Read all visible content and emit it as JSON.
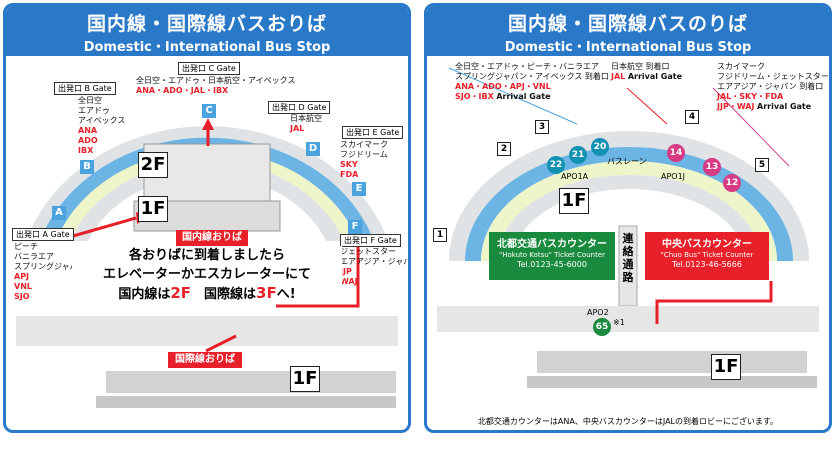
{
  "left": {
    "title_jp": "国内線・国際線バスおりば",
    "title_en": "Domestic・International Bus Stop",
    "gates": {
      "a": {
        "label": "出発口 A Gate",
        "letter": "A"
      },
      "b": {
        "label": "出発口 B Gate",
        "letter": "B"
      },
      "c": {
        "label": "出発口 C Gate",
        "letter": "C"
      },
      "d": {
        "label": "出発口 D Gate",
        "letter": "D"
      },
      "e": {
        "label": "出発口 E Gate",
        "letter": "E"
      },
      "f": {
        "label": "出発口 F Gate",
        "letter": "F"
      }
    },
    "airlines": {
      "a": {
        "black": [
          "ピーチ",
          "バニラエア",
          "スプリングジャパン"
        ],
        "red": [
          "APJ",
          "VNL",
          "SJO"
        ]
      },
      "b": {
        "black": [
          "全日空",
          "エアドゥ",
          "アイベックス"
        ],
        "red": [
          "ANA",
          "ADO",
          "IBX"
        ]
      },
      "c": {
        "black": [
          "全日空・エアドゥ・日本航空・アイベックス"
        ],
        "red": [
          "ANA・ADO・JAL・IBX"
        ]
      },
      "d": {
        "black": [
          "日本航空"
        ],
        "red": [
          "JAL"
        ]
      },
      "e": {
        "black": [
          "スカイマーク",
          "フジドリーム"
        ],
        "red": [
          "SKY",
          "FDA"
        ]
      },
      "f": {
        "black": [
          "ジェットスター",
          "エアアジア・ジャパン"
        ],
        "red": [
          "JJP",
          "WAJ"
        ]
      }
    },
    "floor_2f": "2F",
    "floor_1f_top": "1F",
    "floor_1f_bottom": "1F",
    "domestic_stop": "国内線おりば",
    "international_stop": "国際線おりば",
    "msg_line1": "各おりばに到着しましたら",
    "msg_line2": "エレベーターかエスカレーターにて",
    "msg_line3_a": "国内線は",
    "msg_line3_b": "2F",
    "msg_line3_c": "　国際線は",
    "msg_line3_d": "3F",
    "msg_line3_e": "へ!"
  },
  "right": {
    "title_jp": "国内線・国際線バスのりば",
    "title_en": "Domestic・International Bus Stop",
    "group_left": {
      "black": [
        "全日空・エアドゥ・ピーチ・バニラエア",
        "スプリングジャパン・アイベックス 到着口"
      ],
      "red": [
        "ANA・ADO・APJ・VNL",
        "SJO・IBX"
      ],
      "arrival": "Arrival Gate"
    },
    "group_mid": {
      "black": "日本航空 到着口",
      "red": "JAL",
      "arrival": "Arrival Gate"
    },
    "group_right": {
      "black": [
        "スカイマーク",
        "フジドリーム・ジェットスター",
        "エアアジア・ジャパン 到着口"
      ],
      "red": [
        "JAL・SKY・FDA",
        "JJP・WAJ"
      ],
      "arrival": "Arrival Gate"
    },
    "exits": [
      "1",
      "2",
      "3",
      "4",
      "5"
    ],
    "stops": [
      "22",
      "21",
      "20",
      "14",
      "13",
      "12",
      "65"
    ],
    "bus_lane": "バスレーン",
    "apo1a": "APO1A",
    "apo1j": "APO1J",
    "apo2": "APO2",
    "note_mark": "※1",
    "floor_1f_top": "1F",
    "floor_1f_bottom": "1F",
    "connector": "連絡通路",
    "hokuto": {
      "title": "北都交通バスカウンター",
      "en": "\"Hokuto Kotsu\" Ticket Counter",
      "tel": "Tel.0123-45-6000"
    },
    "chuo": {
      "title": "中央バスカウンター",
      "en": "\"Chuo Bus\" Ticket Counter",
      "tel": "Tel.0123-46-5666"
    },
    "footer": "北都交通カウンターはANA、中央バスカウンターはJALの到着ロビーにございます。"
  },
  "colors": {
    "header": "#2a78c8",
    "accent_red": "#e8202a",
    "arc_blue": "#4aa3df",
    "teal": "#1391b3",
    "pink": "#d63b83",
    "green": "#1a8a3e"
  }
}
